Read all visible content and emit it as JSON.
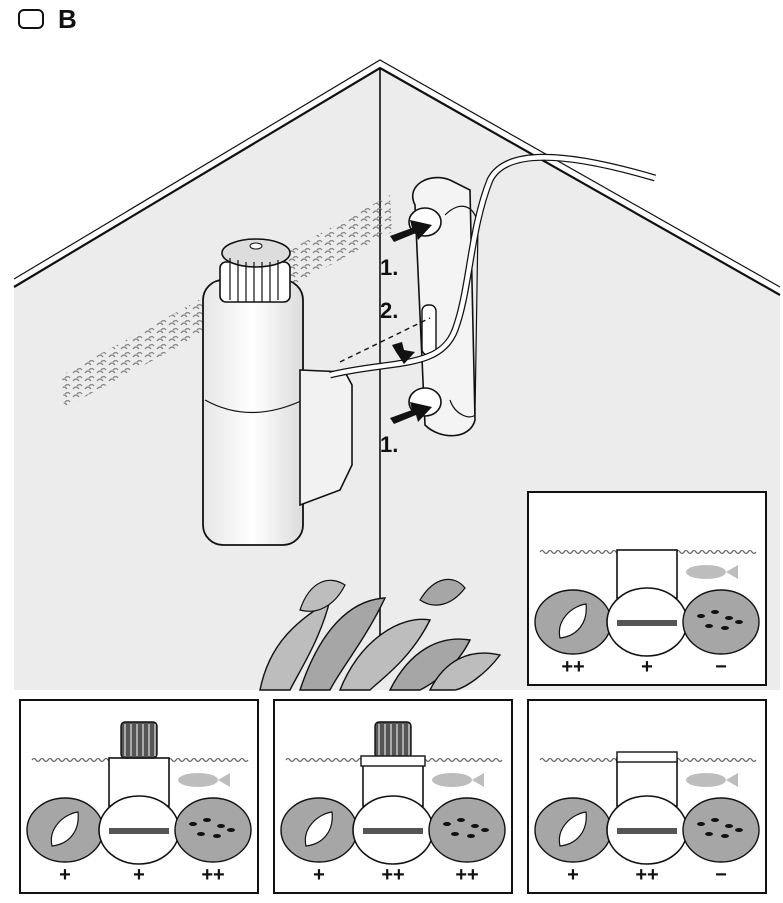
{
  "header": {
    "label": "B"
  },
  "steps": {
    "step1_top": "1.",
    "step2": "2.",
    "step1_bottom": "1."
  },
  "panels": [
    {
      "ratings": [
        "++",
        "+",
        "−"
      ]
    },
    {
      "ratings": [
        "+",
        "+",
        "++"
      ]
    },
    {
      "ratings": [
        "+",
        "++",
        "++"
      ]
    },
    {
      "ratings": [
        "+",
        "++",
        "−"
      ]
    }
  ],
  "colors": {
    "line": "#111111",
    "gray_light": "#c8c8c8",
    "gray_mid": "#a6a6a6",
    "wall": "#ececec",
    "white": "#ffffff"
  },
  "icons": [
    "leaf-icon",
    "fish-icon",
    "small-fish-icon",
    "arrow-icon",
    "filter-icon",
    "suction-cup-icon",
    "plant-icon"
  ]
}
